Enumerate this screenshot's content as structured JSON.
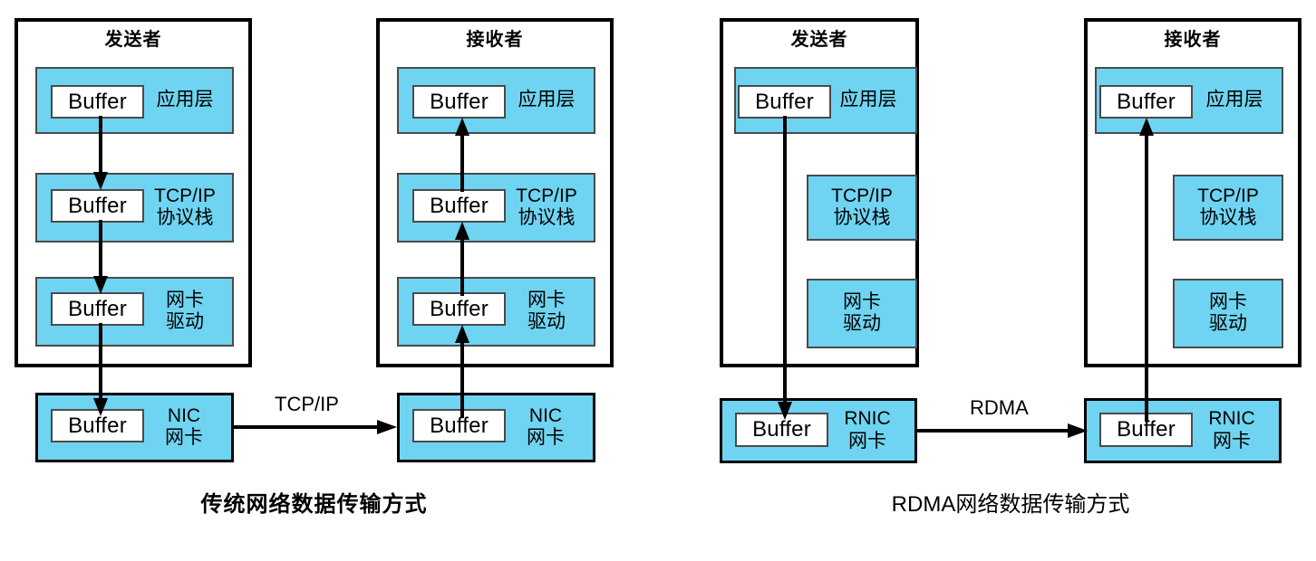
{
  "figure": {
    "title_left": "传统网络数据传输方式",
    "title_right": "RDMA网络数据传输方式",
    "accent_blue": "#6FD4F1",
    "box_border": "#4a4a4a",
    "frame_border": "#000000"
  },
  "labels": {
    "sender": "发送者",
    "receiver": "接收者",
    "buffer": "Buffer",
    "app_layer": "应用层",
    "tcp_stack": "TCP/IP\n协议栈",
    "nic_driver": "网卡\n驱动",
    "nic": "NIC\n网卡",
    "rnic": "RNIC\n网卡",
    "link_tcp": "TCP/IP",
    "link_rdma": "RDMA"
  },
  "diagrams": [
    {
      "name": "traditional",
      "caption": "传统网络数据传输方式",
      "link_protocol": "TCP/IP",
      "sender": {
        "title": "发送者",
        "layers": [
          {
            "name": "app_layer",
            "text": "应用层",
            "has_buffer": true
          },
          {
            "name": "tcp_stack",
            "text": "TCP/IP\n协议栈",
            "has_buffer": true
          },
          {
            "name": "nic_driver",
            "text": "网卡\n驱动",
            "has_buffer": true
          }
        ],
        "nic": {
          "text": "NIC\n网卡",
          "has_buffer": true
        },
        "flow": "downward-through-all-layers"
      },
      "receiver": {
        "title": "接收者",
        "layers": [
          {
            "name": "app_layer",
            "text": "应用层",
            "has_buffer": true
          },
          {
            "name": "tcp_stack",
            "text": "TCP/IP\n协议栈",
            "has_buffer": true
          },
          {
            "name": "nic_driver",
            "text": "网卡\n驱动",
            "has_buffer": true
          }
        ],
        "nic": {
          "text": "NIC\n网卡",
          "has_buffer": true
        },
        "flow": "upward-through-all-layers"
      }
    },
    {
      "name": "rdma",
      "caption": "RDMA网络数据传输方式",
      "link_protocol": "RDMA",
      "sender": {
        "title": "发送者",
        "layers": [
          {
            "name": "app_layer",
            "text": "应用层",
            "has_buffer": true
          },
          {
            "name": "tcp_stack",
            "text": "TCP/IP\n协议栈",
            "has_buffer": false
          },
          {
            "name": "nic_driver",
            "text": "网卡\n驱动",
            "has_buffer": false
          }
        ],
        "nic": {
          "text": "RNIC\n网卡",
          "has_buffer": true
        },
        "flow": "downward-bypassing-stack"
      },
      "receiver": {
        "title": "接收者",
        "layers": [
          {
            "name": "app_layer",
            "text": "应用层",
            "has_buffer": true
          },
          {
            "name": "tcp_stack",
            "text": "TCP/IP\n协议栈",
            "has_buffer": false
          },
          {
            "name": "nic_driver",
            "text": "网卡\n驱动",
            "has_buffer": false
          }
        ],
        "nic": {
          "text": "RNIC\n网卡",
          "has_buffer": true
        },
        "flow": "upward-bypassing-stack"
      }
    }
  ]
}
